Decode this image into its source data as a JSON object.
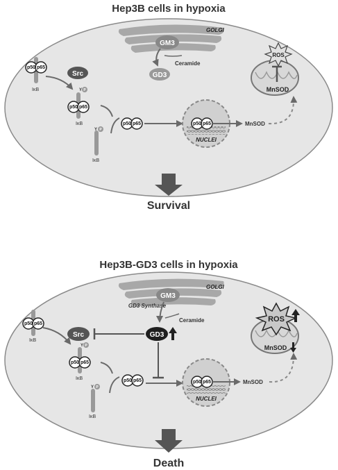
{
  "panels": [
    {
      "title": "Hep3B cells in hypoxia",
      "outcome": "Survival",
      "golgi": "GOLGI",
      "gm3": "GM3",
      "gd3": "GD3",
      "ceramide": "Ceramide",
      "src": "Src",
      "p50": "p50",
      "p65": "p65",
      "ikb": "IκB",
      "phospho": "P",
      "tyrosine": "Y",
      "nuclei": "NUCLEI",
      "mnsod_gene": "MnSOD",
      "mnsod_protein": "MnSOD",
      "ros": "ROS"
    },
    {
      "title": "Hep3B-GD3 cells in hypoxia",
      "outcome": "Death",
      "golgi": "GOLGI",
      "gm3": "GM3",
      "gd3": "GD3",
      "gd3_synthase": "GD3 Synthase",
      "ceramide": "Ceramide",
      "src": "Src",
      "p50": "p50",
      "p65": "p65",
      "ikb": "IκB",
      "phospho": "P",
      "tyrosine": "Y",
      "nuclei": "NUCLEI",
      "mnsod_gene": "MnSOD",
      "mnsod_protein": "MnSOD",
      "ros": "ROS"
    }
  ],
  "colors": {
    "cell_fill": "#e6e6e6",
    "cell_stroke": "#8a8a8a",
    "golgi": "#a8a8a8",
    "dark_node": "#555555",
    "gd3_dark": "#1e1e1e",
    "arrow": "#6a6a6a",
    "text_dark": "#333333"
  }
}
